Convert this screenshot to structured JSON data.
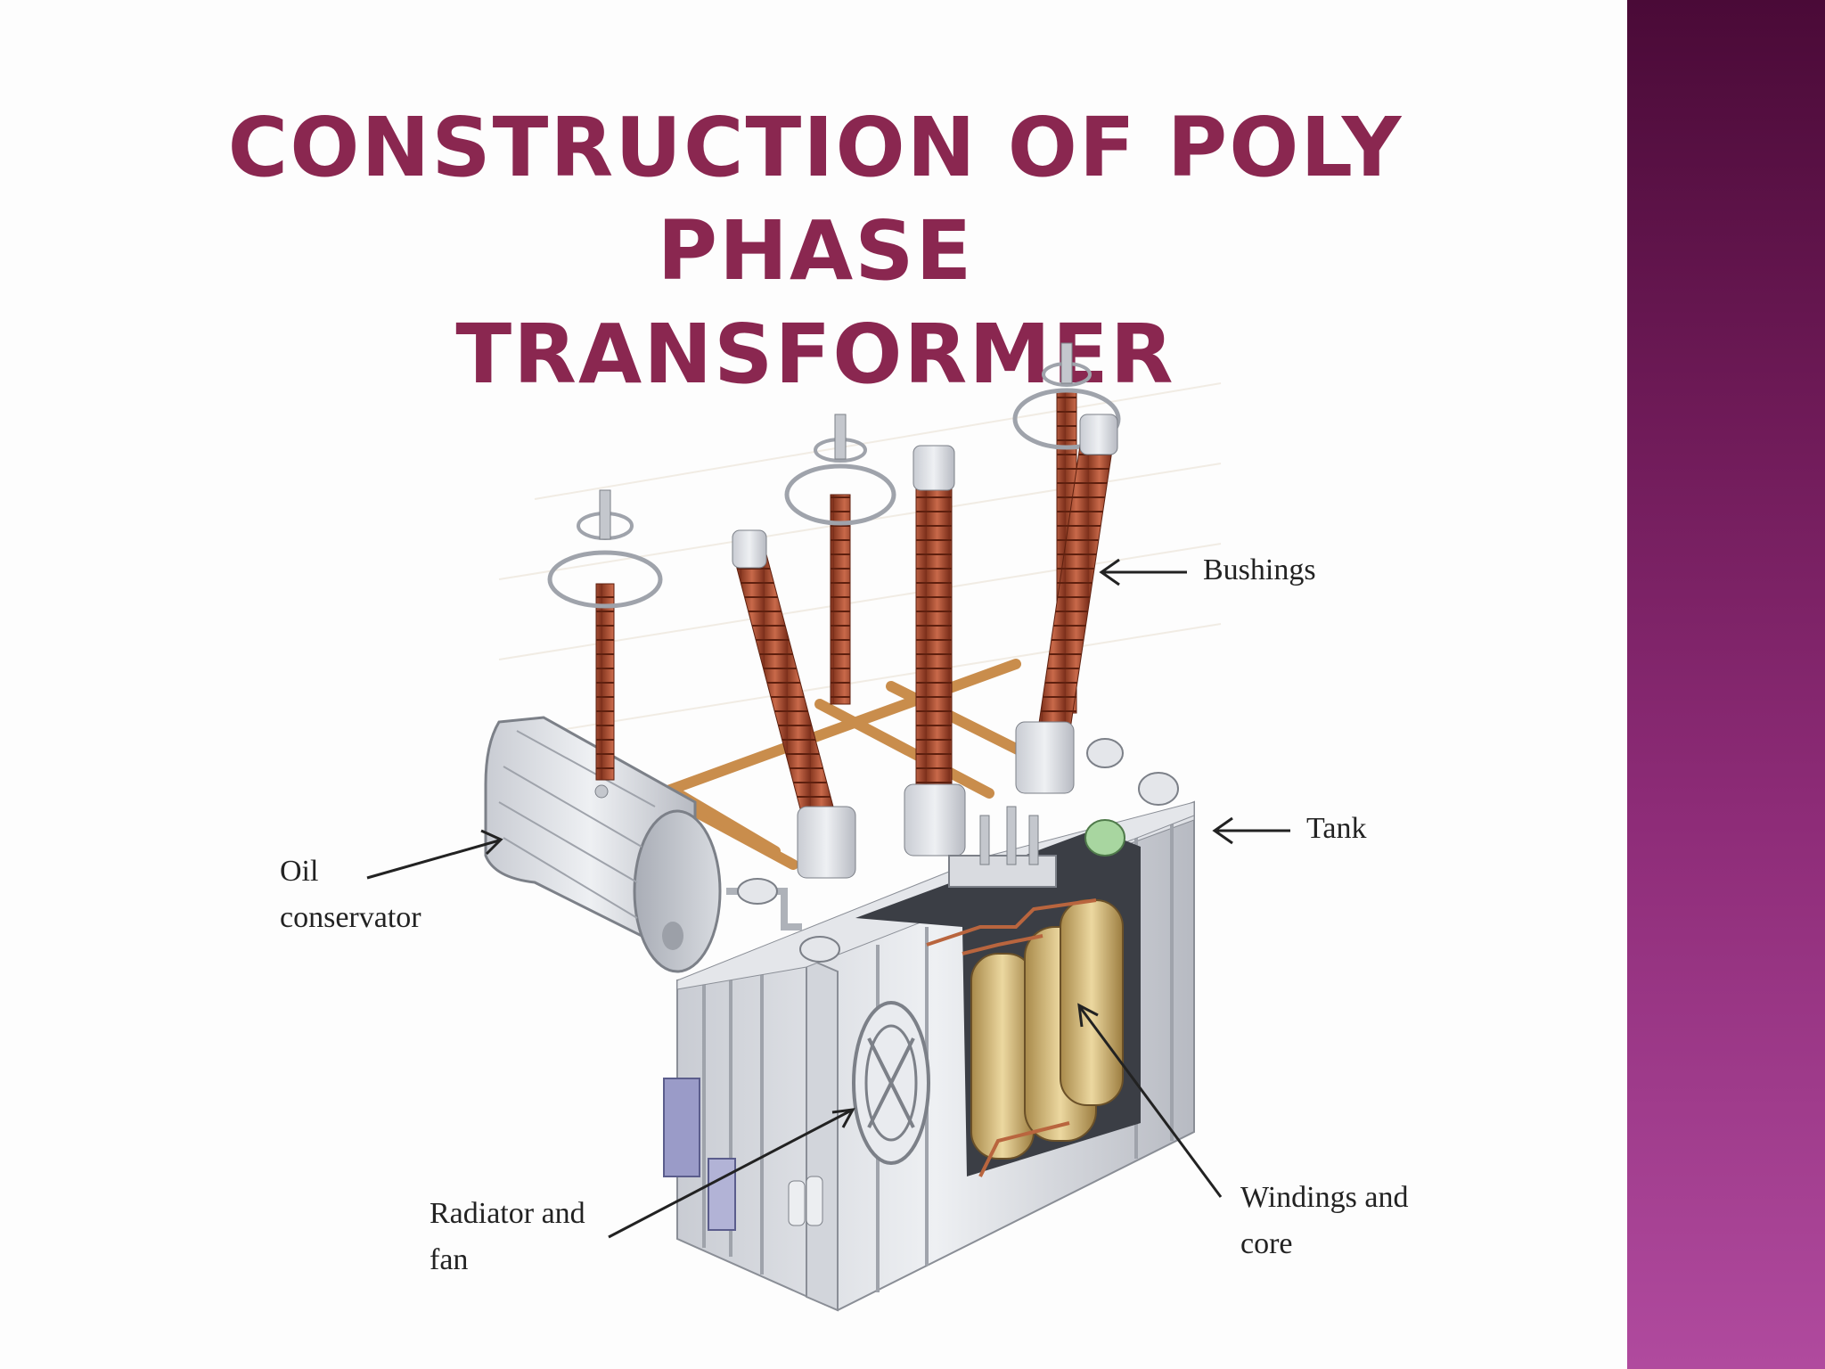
{
  "slide": {
    "title_line1": "CONSTRUCTION OF POLY PHASE",
    "title_line2": "TRANSFORMER",
    "title_color": "#8a2750",
    "accent_band_colors": [
      "#4a0a37",
      "#b04a9e"
    ]
  },
  "diagram": {
    "labels": {
      "bushings": "Bushings",
      "tank": "Tank",
      "oil_line1": "Oil",
      "oil_line2": "conservator",
      "radiator_line1": "Radiator and",
      "radiator_line2": "fan",
      "windings_line1": "Windings and",
      "windings_line2": "core"
    }
  }
}
